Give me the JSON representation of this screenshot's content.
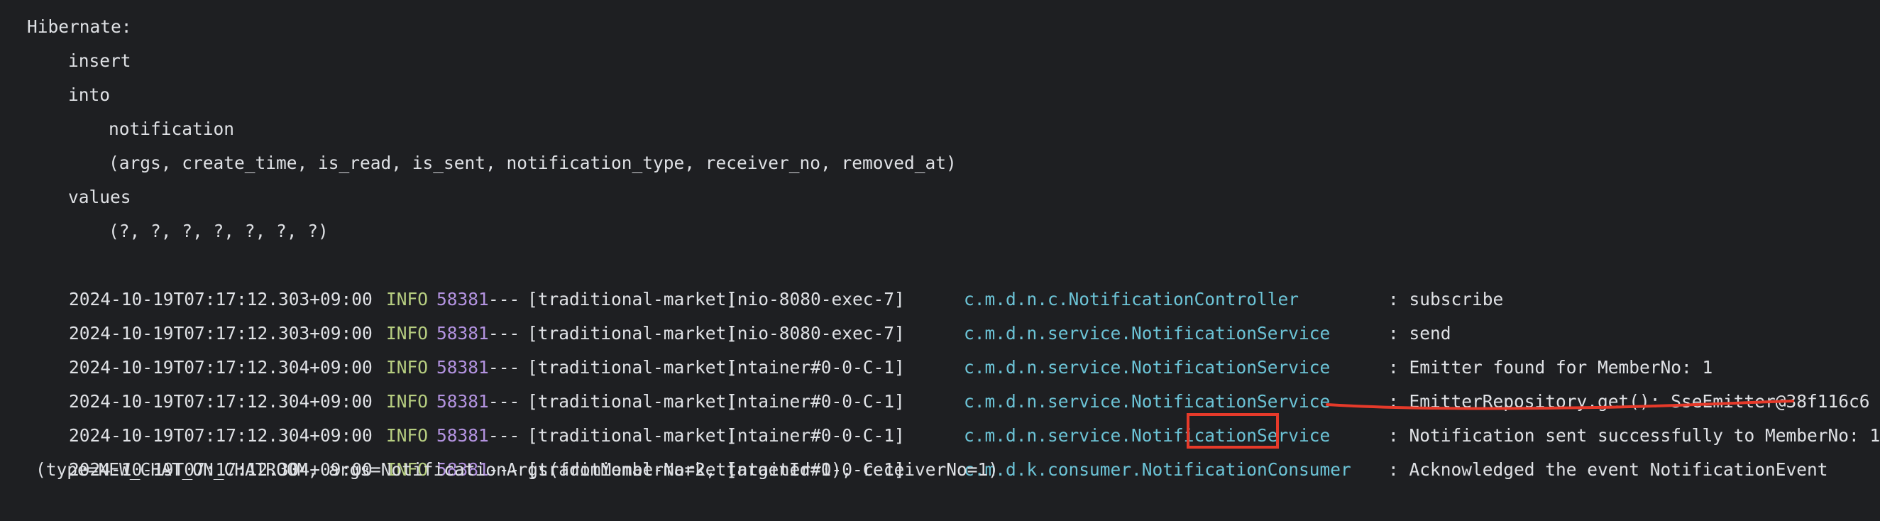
{
  "sql": {
    "header": "Hibernate:",
    "insert": "insert",
    "into": "into",
    "table": "notification",
    "columns": "(args, create_time, is_read, is_sent, notification_type, receiver_no, removed_at)",
    "values_kw": "values",
    "params": "(?, ?, ?, ?, ?, ?, ?)"
  },
  "logs": [
    {
      "timestamp": "2024-10-19T07:17:12.303+09:00",
      "level": "INFO",
      "pid": "58381",
      "sep": "---",
      "app": "[traditional-market]",
      "thread": "[nio-8080-exec-7]",
      "logger": "c.m.d.n.c.NotificationController",
      "message": ": subscribe"
    },
    {
      "timestamp": "2024-10-19T07:17:12.303+09:00",
      "level": "INFO",
      "pid": "58381",
      "sep": "---",
      "app": "[traditional-market]",
      "thread": "[nio-8080-exec-7]",
      "logger": "c.m.d.n.service.NotificationService",
      "message": ": send"
    },
    {
      "timestamp": "2024-10-19T07:17:12.304+09:00",
      "level": "INFO",
      "pid": "58381",
      "sep": "---",
      "app": "[traditional-market]",
      "thread": "[ntainer#0-0-C-1]",
      "logger": "c.m.d.n.service.NotificationService",
      "message": ": Emitter found for MemberNo: 1"
    },
    {
      "timestamp": "2024-10-19T07:17:12.304+09:00",
      "level": "INFO",
      "pid": "58381",
      "sep": "---",
      "app": "[traditional-market]",
      "thread": "[ntainer#0-0-C-1]",
      "logger": "c.m.d.n.service.NotificationService",
      "message": ": EmitterRepository.get(): SseEmitter@38f116c6"
    },
    {
      "timestamp": "2024-10-19T07:17:12.304+09:00",
      "level": "INFO",
      "pid": "58381",
      "sep": "---",
      "app": "[traditional-market]",
      "thread": "[ntainer#0-0-C-1]",
      "logger": "c.m.d.n.service.NotificationService",
      "message": ": Notification sent successfully to MemberNo: 1"
    },
    {
      "timestamp": "2024-10-19T07:17:12.304+09:00",
      "level": "INFO",
      "pid": "58381",
      "sep": "---",
      "app": "[traditional-market]",
      "thread": "[ntainer#0-0-C-1]",
      "logger": "c.m.d.k.consumer.NotificationConsumer",
      "message": ": Acknowledged the event NotificationEvent"
    }
  ],
  "continuation": "(type=NEW_CHAT_ON_CHATROOM, args=NotificationArgs(fromMemberNo=2, targetId=1), receiverNo=1)",
  "colors": {
    "background": "#1e1f22",
    "text": "#dfe1e5",
    "level": "#b6cd80",
    "pid": "#b393e0",
    "logger": "#6cc3d6",
    "annotation": "#e63a2a"
  }
}
